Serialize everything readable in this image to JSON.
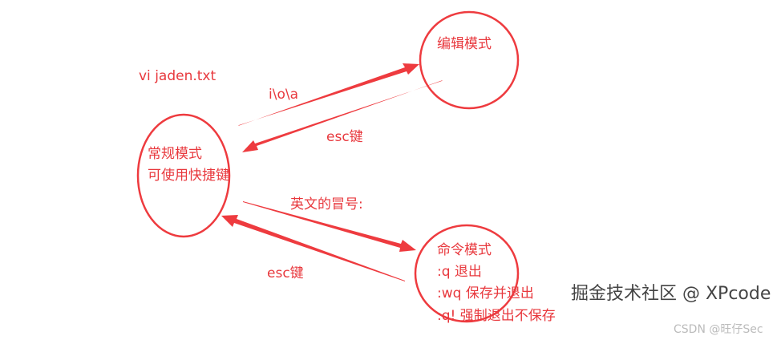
{
  "command": "vi  jaden.txt",
  "nodes": {
    "normal": {
      "title": "常规模式",
      "subtitle": "可使用快捷键"
    },
    "edit": {
      "title": "编辑模式"
    },
    "command": {
      "title": "命令模式",
      "lines": [
        ":q  退出",
        ":wq 保存并退出",
        ":q!  强制退出不保存"
      ]
    }
  },
  "edges": {
    "to_edit": "i\\o\\a",
    "edit_to_normal": "esc键",
    "to_command": "英文的冒号:",
    "command_to_normal": "esc键"
  },
  "colors": {
    "stroke": "#ee3b3f",
    "text": "#e8383d"
  },
  "watermark": {
    "main": "掘金技术社区 @ XPcode",
    "sub": "CSDN @旺仔Sec"
  }
}
